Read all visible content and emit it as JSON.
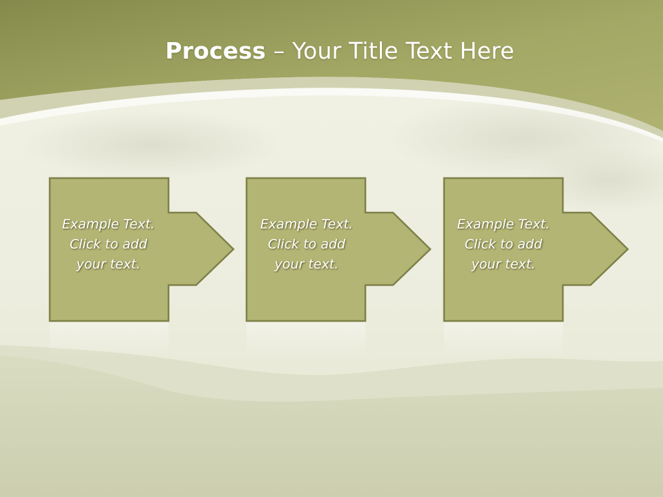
{
  "slide": {
    "title_bold": "Process",
    "title_rest": " – Your Title Text Here"
  },
  "process": {
    "steps": [
      {
        "text": "Example Text.\nClick  to add\nyour text."
      },
      {
        "text": "Example Text.\nClick  to add\nyour text."
      },
      {
        "text": "Example Text.\nClick  to add\nyour text."
      }
    ]
  },
  "colors": {
    "header": "#9ea35f",
    "shape_fill": "#b3b574",
    "shape_border": "#7e8149",
    "background": "#e9ead6"
  }
}
